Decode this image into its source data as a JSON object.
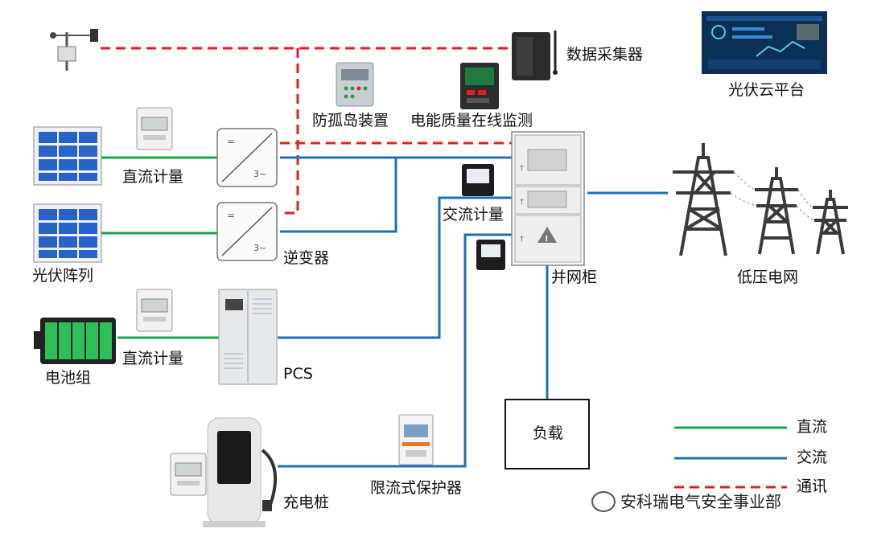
{
  "labels": {
    "data_collector": "数据采集器",
    "cloud_platform": "光伏云平台",
    "anti_islanding": "防孤岛装置",
    "power_quality": "电能质量在线监测",
    "dc_meter_1": "直流计量",
    "ac_meter": "交流计量",
    "inverter": "逆变器",
    "pv_array": "光伏阵列",
    "grid_cabinet": "并网柜",
    "low_voltage_grid": "低压电网",
    "dc_meter_2": "直流计量",
    "battery": "电池组",
    "pcs": "PCS",
    "load": "负载",
    "current_limiter": "限流式保护器",
    "charger": "充电桩"
  },
  "legend": [
    {
      "label": "直流",
      "color": "#1aa64a",
      "style": "solid"
    },
    {
      "label": "交流",
      "color": "#1f6fb5",
      "style": "solid"
    },
    {
      "label": "通讯",
      "color": "#e02020",
      "style": "dashed"
    }
  ],
  "watermark": "安科瑞电气安全事业部",
  "colors": {
    "dc": "#1aa64a",
    "ac": "#1f6fb5",
    "comm": "#e02020"
  }
}
